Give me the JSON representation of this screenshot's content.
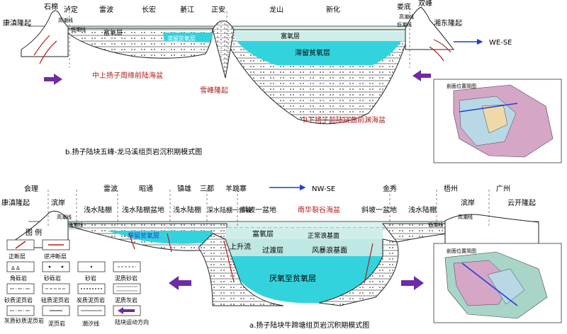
{
  "top": {
    "places": [
      "石棉",
      "泸定",
      "雷波",
      "长宏",
      "綦江",
      "正安",
      "龙山",
      "新化",
      "娄底",
      "双峰"
    ],
    "uplift_left": "康滇隆起",
    "uplift_right": "湘东隆起",
    "high_tide": "高潮线",
    "low_tide": "低潮线",
    "high_tide_right": "高潮线",
    "low_tide_right": "低潮线",
    "oxic_left": "富氧层",
    "stagnant_left": "滞留贫氧层",
    "oxic_right": "富氧层",
    "stagnant_right": "滞留贫氧层",
    "direction": "WE-SE",
    "basin_left": "中上扬子周缘前陆海盆",
    "uplift_mid": "雪峰隆起",
    "basin_right": "中下扬子前陆挠曲前渊海盆",
    "caption": "b.扬子陆块五峰-龙马溪组页岩沉积期模式图",
    "inset_title": "剖面位置简图"
  },
  "bottom": {
    "places": [
      "会理",
      "雷波",
      "昭通",
      "镇雄",
      "三都",
      "羊跳寨",
      "金秀",
      "梧州",
      "广州"
    ],
    "uplift_left": "康滇隆起",
    "uplift_right": "云开隆起",
    "direction": "NW-SE",
    "facies": [
      "滨岸",
      "浅水陆棚",
      "浅水陆棚盆地",
      "浅水陆棚",
      "深水陆棚一斜坡",
      "斜坡一盆地",
      "南华裂谷海盆",
      "斜坡一盆地",
      "浅水陆棚",
      "滨岸"
    ],
    "high_tide_left": "高潮线",
    "low_tide_left": "低潮线",
    "high_tide_right": "高潮线",
    "low_tide_right": "低潮线",
    "stagnant": "滞留贫氧层",
    "oxic": "富氧层",
    "normal_wave": "正常浪基面",
    "upwelling": "上升流",
    "transition": "过渡层",
    "storm_wave": "风暴浪基面",
    "anoxic": "厌氧至贫氧层",
    "caption": "a.扬子陆块牛蹄塘组页岩沉积期模式图",
    "inset_title": "剖面位置简图"
  },
  "legend": {
    "title": "图 例",
    "items": [
      "正断层",
      "逆冲断层",
      "角砾岩",
      "砂砾岩",
      "砂岩",
      "泥质砂岩",
      "砂质泥页岩",
      "硅质泥页岩",
      "炭质泥页岩",
      "泥质灰岩",
      "灰质砂质泥页岩",
      "泥页岩",
      "潮汐线",
      "陆块运动方向"
    ]
  },
  "colors": {
    "water": "#d9f1ef",
    "stagnant": "#33d3dd",
    "oxic": "#cfeee9",
    "arrow": "#6f2aa8",
    "label_red": "#b01c1c",
    "direction_line": "#1f3fd6"
  }
}
